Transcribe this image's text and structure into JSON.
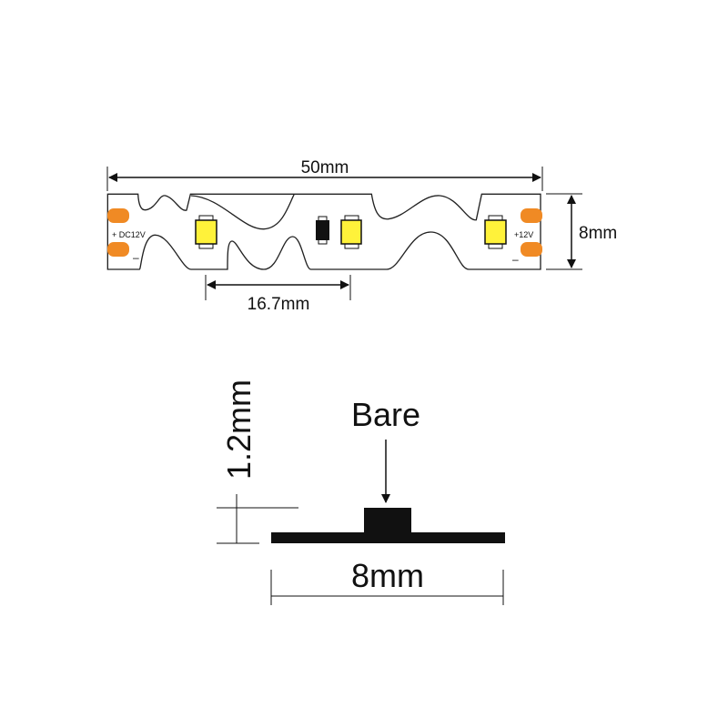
{
  "top_view": {
    "length_label": "50mm",
    "width_label": "8mm",
    "pitch_label": "16.7mm",
    "left_polarity_label": "+ DC12V",
    "left_minus_label": "–",
    "right_polarity_label": "+12V",
    "right_minus_label": "–"
  },
  "section_view": {
    "thickness_label": "1.2mm",
    "coating_label": "Bare",
    "width_label": "8mm"
  },
  "colors": {
    "pad": "#f08a24",
    "led": "#fff23a",
    "line": "#111111"
  }
}
